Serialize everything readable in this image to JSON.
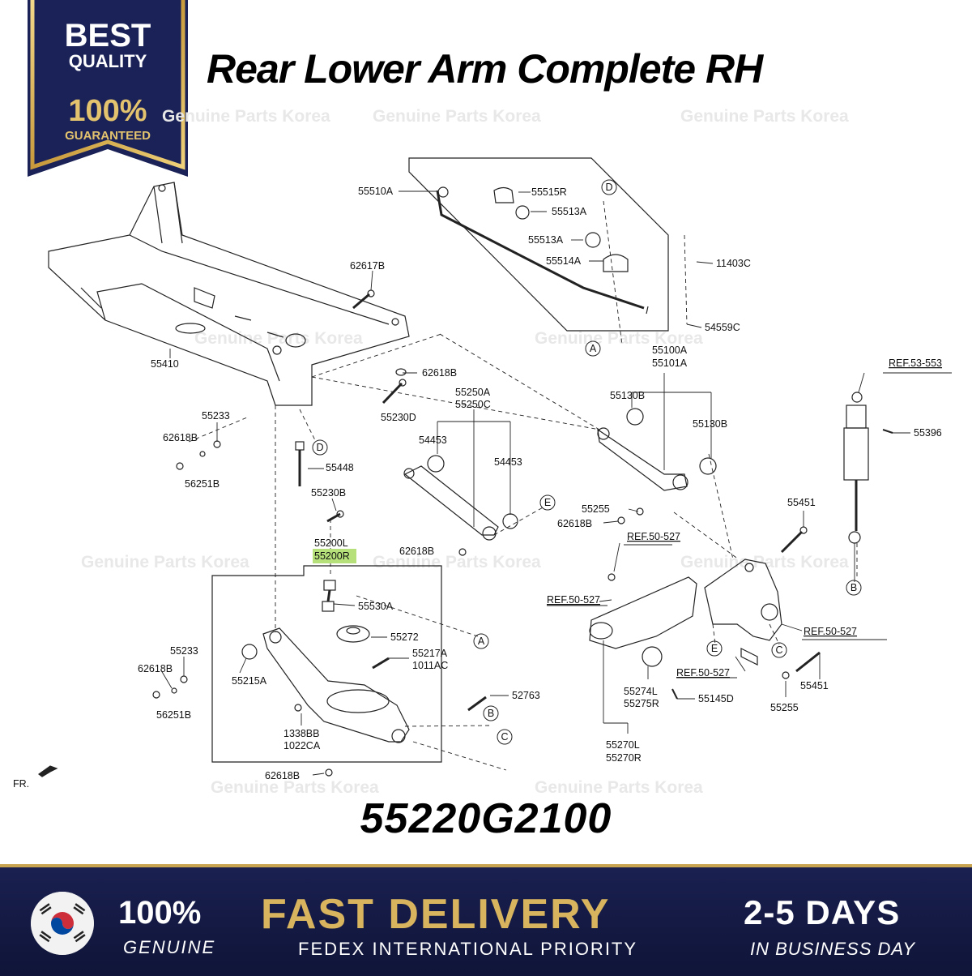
{
  "badge": {
    "line1": "BEST",
    "line2": "QUALITY",
    "line3": "100%",
    "line4": "GUARANTEED"
  },
  "title": "Rear Lower Arm Complete RH",
  "part_number": "55220G2100",
  "watermark": "Genuine Parts Korea",
  "highlight_color": "#b5e07a",
  "labels": {
    "l55510A": "55510A",
    "l55515R": "55515R",
    "l55513A_1": "55513A",
    "l55513A_2": "55513A",
    "l55514A": "55514A",
    "l11403C": "11403C",
    "l54559C": "54559C",
    "l62617B": "62617B",
    "l55410": "55410",
    "l62618B_1": "62618B",
    "l55230D": "55230D",
    "l55250A": "55250A",
    "l55250C": "55250C",
    "l55100A": "55100A",
    "l55101A": "55101A",
    "lREF53": "REF.53-553",
    "l55396": "55396",
    "l55130B_1": "55130B",
    "l55130B_2": "55130B",
    "l55233_1": "55233",
    "l62618B_2": "62618B",
    "l56251B_1": "56251B",
    "l55448": "55448",
    "l54453_1": "54453",
    "l54453_2": "54453",
    "l55230B": "55230B",
    "l55255_1": "55255",
    "l62618B_3": "62618B",
    "l55451_1": "55451",
    "lREF50_1": "REF.50-527",
    "l55200L": "55200L",
    "l55200R": "55200R",
    "l62618B_4": "62618B",
    "l55530A": "55530A",
    "lREF50_2": "REF.50-527",
    "l55272": "55272",
    "l55233_2": "55233",
    "l62618B_5": "62618B",
    "l55215A": "55215A",
    "l55217A": "55217A",
    "l1011AC": "1011AC",
    "lREF50_3": "REF.50-527",
    "lREF50_4": "REF.50-527",
    "l55274L": "55274L",
    "l55275R": "55275R",
    "l55145D": "55145D",
    "l55451_2": "55451",
    "l55255_2": "55255",
    "l56251B_2": "56251B",
    "l52763": "52763",
    "l1338BB": "1338BB",
    "l1022CA": "1022CA",
    "l55270L": "55270L",
    "l55270R": "55270R",
    "l62618B_6": "62618B",
    "lFR": "FR.",
    "cA_1": "A",
    "cA_2": "A",
    "cB_1": "B",
    "cB_2": "B",
    "cC_1": "C",
    "cC_2": "C",
    "cD_1": "D",
    "cD_2": "D",
    "cE_1": "E",
    "cE_2": "E"
  },
  "footer": {
    "genuine_pct": "100%",
    "genuine_txt": "GENUINE",
    "fast_delivery": "FAST DELIVERY",
    "fedex": "FEDEX INTERNATIONAL PRIORITY",
    "days": "2-5 DAYS",
    "business": "IN BUSINESS DAY"
  }
}
